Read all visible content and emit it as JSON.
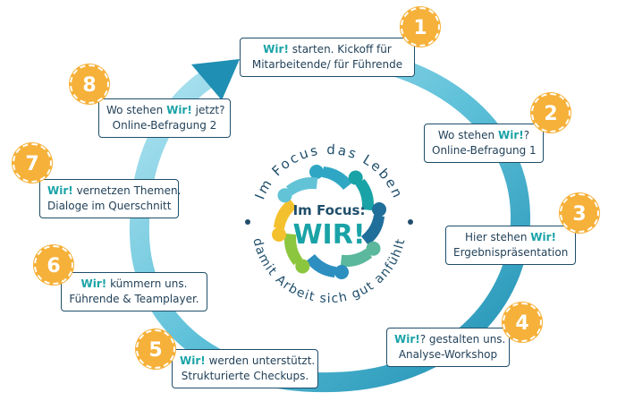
{
  "logo": {
    "arc_top": "Im Focus das Leben",
    "arc_bottom": "damit Arbeit sich gut anfühlt",
    "center_line1": "Im Focus:",
    "center_line2": "WIR!"
  },
  "steps": [
    {
      "number": "1",
      "wir": "Wir!",
      "line1_rest": " starten. Kickoff für",
      "line2": "Mitarbeitende/ für Führende"
    },
    {
      "number": "2",
      "line1_pre": "Wo stehen ",
      "wir": "Wir!",
      "line1_rest": "?",
      "line2": "Online-Befragung 1"
    },
    {
      "number": "3",
      "line1_pre": "Hier stehen ",
      "wir": "Wir!",
      "line2": "Ergebnispräsentation"
    },
    {
      "number": "4",
      "wir": "Wir!",
      "line1_rest": "? gestalten uns.",
      "line2": "Analyse-Workshop"
    },
    {
      "number": "5",
      "wir": "Wir!",
      "line1_rest": " werden unterstützt.",
      "line2": "Strukturierte Checkups."
    },
    {
      "number": "6",
      "wir": "Wir!",
      "line1_rest": " kümmern uns.",
      "line2": "Führende & Teamplayer."
    },
    {
      "number": "7",
      "wir": "Wir!",
      "line1_rest": " vernetzen Themen.",
      "line2": "Dialoge im Querschnitt"
    },
    {
      "number": "8",
      "line1_pre": "Wo stehen ",
      "wir": "Wir!",
      "line1_rest": " jetzt?",
      "line2": "Online-Befragung 2"
    }
  ],
  "colors": {
    "cycle_start": "#9fdaea",
    "cycle_end": "#1f8fb3",
    "badge": "#f6b13a",
    "box_border": "#1f4e6b",
    "wir_text": "#1aa3a7",
    "logo_text": "#1f4e6b",
    "logo_wir": "#1aa3a7"
  }
}
